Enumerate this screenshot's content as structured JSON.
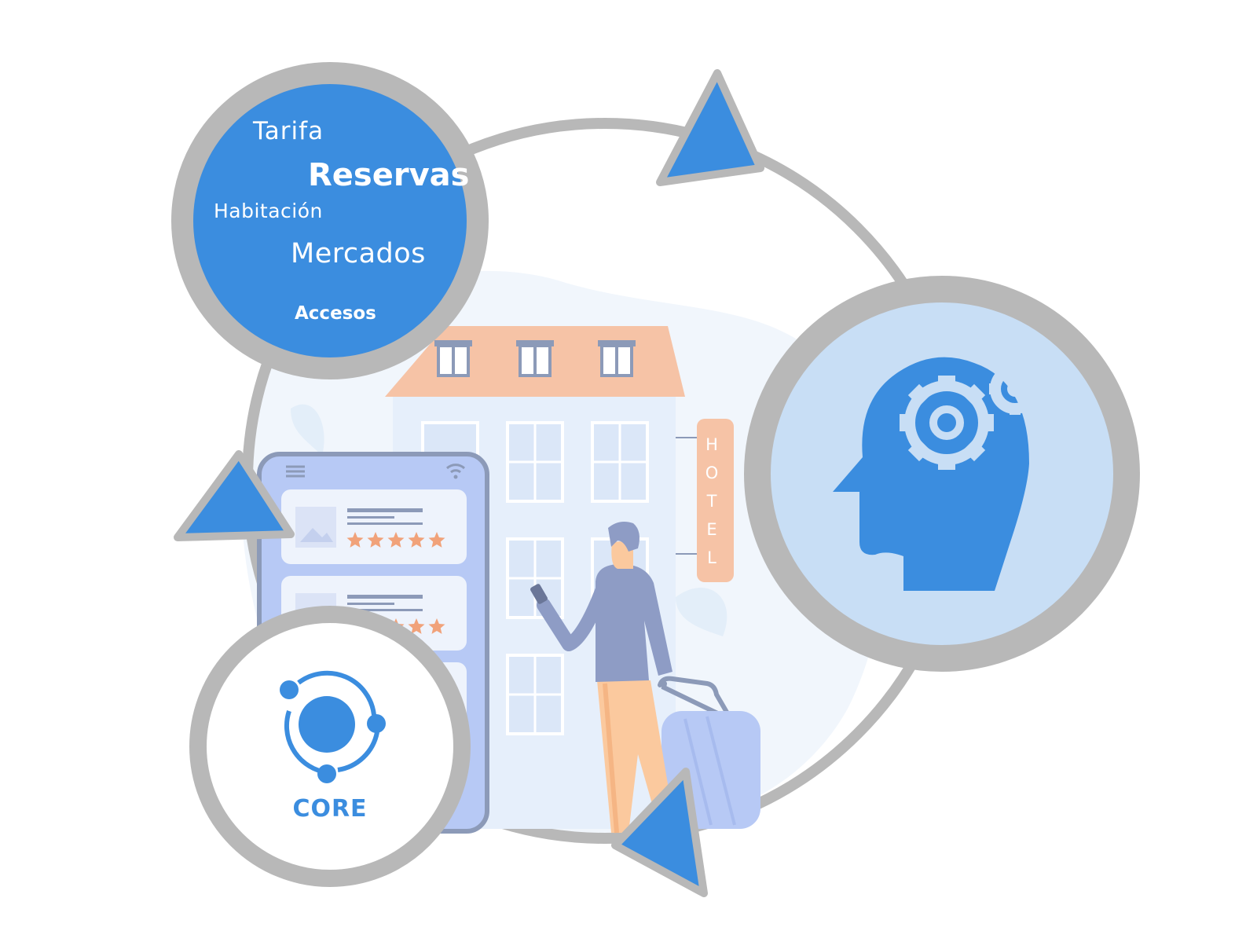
{
  "word_cloud": {
    "tarifa": "Tarifa",
    "reservas": "Reservas",
    "habitacion": "Habitación",
    "mercados": "Mercados",
    "accesos": "Accesos"
  },
  "core_label": "CORE",
  "hotel_sign": {
    "letters": [
      "H",
      "O",
      "T",
      "E",
      "L"
    ]
  },
  "app_card_ratings": [
    5,
    5
  ],
  "icons": [
    "head-gears-icon",
    "core-orbit-icon",
    "cycle-arrow-icon",
    "hotel-building-illustration",
    "traveler-with-suitcase-illustration",
    "phone-app-illustration"
  ],
  "colors": {
    "primary_blue": "#3b8ddf",
    "ring_gray": "#b8b8b8",
    "light_blue_fill": "#c8def5",
    "roof_peach": "#f6c3a6",
    "star_peach": "#f1a27a"
  }
}
